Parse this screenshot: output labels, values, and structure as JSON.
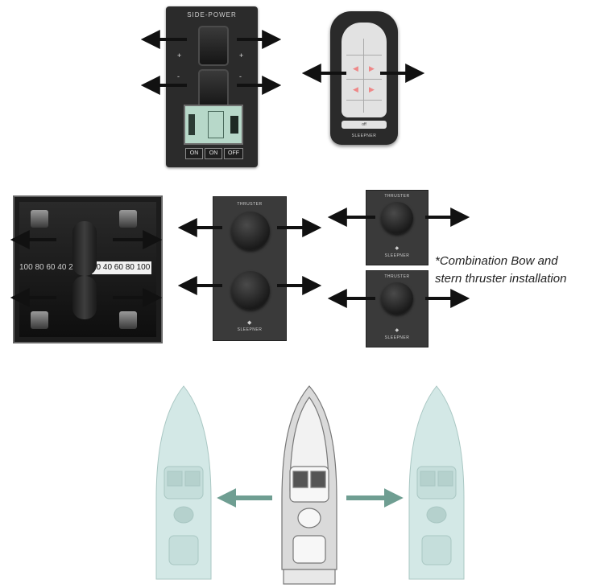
{
  "joystick_panel": {
    "brand": "SIDE-POWER",
    "buttons": [
      "ON",
      "ON",
      "OFF"
    ],
    "sign_plus": "+",
    "sign_minus": "-"
  },
  "remote": {
    "brand": "SLEEPNER",
    "bottom_label": "off"
  },
  "proportional_panel": {
    "scale_left": "100 80 60 40 20",
    "scale_right": "20 40 60 80 100"
  },
  "dual_thruster_panel": {
    "top_label": "THRUSTER",
    "brand": "SLEEPNER"
  },
  "single_thruster_panels": [
    {
      "top_label": "THRUSTER",
      "brand": "SLEEPNER"
    },
    {
      "top_label": "THRUSTER",
      "brand": "SLEEPNER"
    }
  ],
  "combination_note": "*Combination Bow and stern thruster installation",
  "colors": {
    "arrow_black": "#111111",
    "arrow_teal": "#6f9e92",
    "boat_ghost": "#d3e8e6",
    "boat_main": "#ececec"
  }
}
